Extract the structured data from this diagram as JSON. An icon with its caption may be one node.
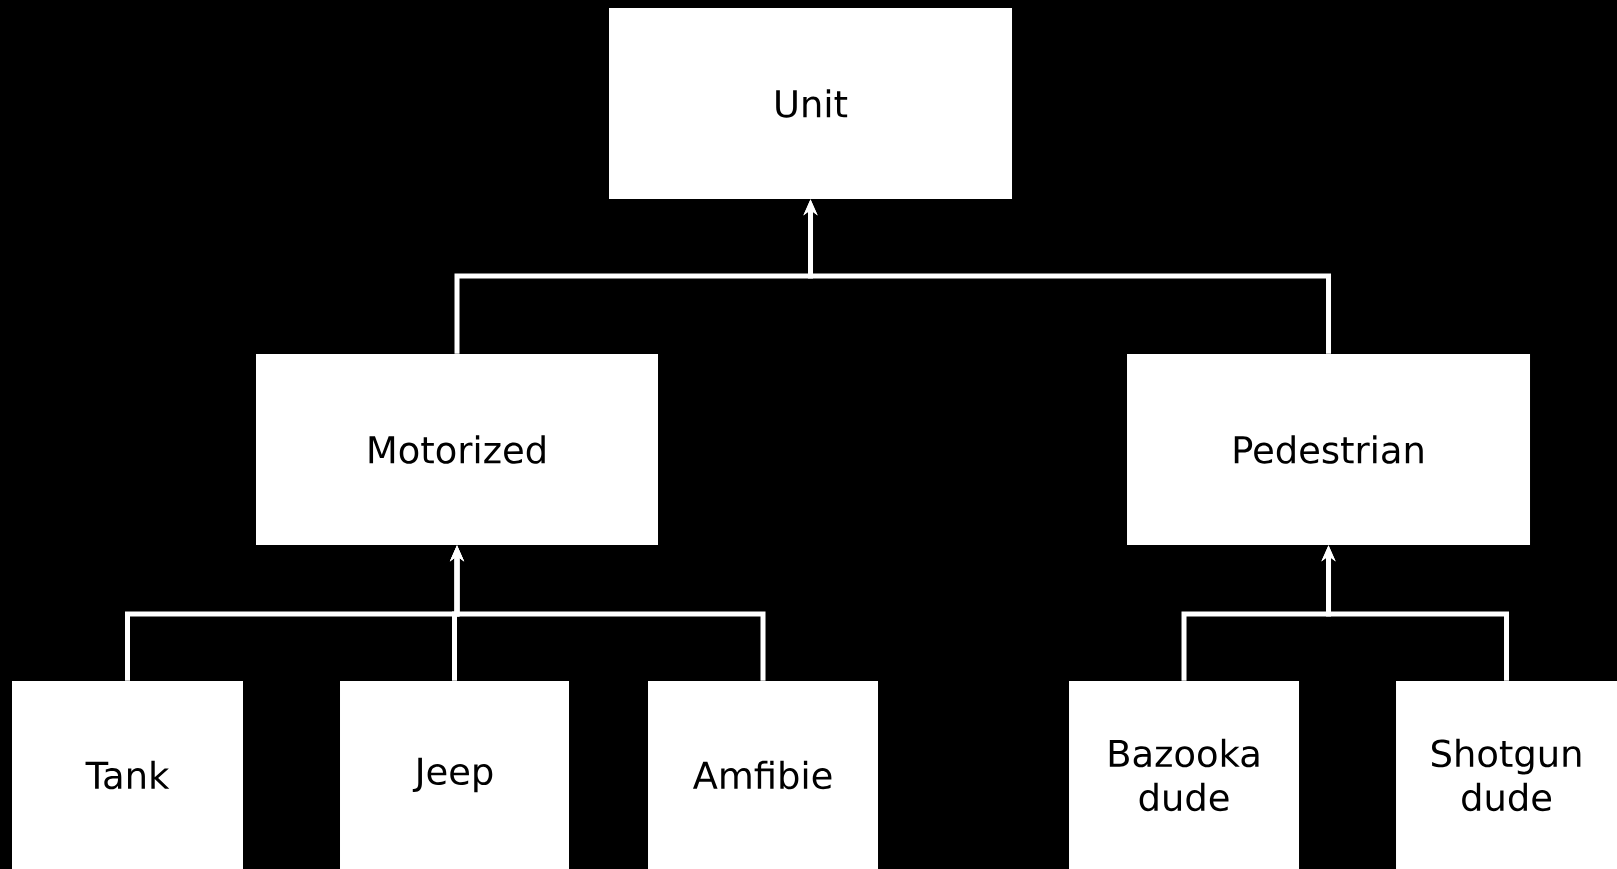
{
  "diagram": {
    "nodes": [
      {
        "text": [
          "Unit"
        ]
      },
      {
        "text": [
          "Motorized"
        ]
      },
      {
        "text": [
          "Pedestrian"
        ]
      },
      {
        "text": [
          "Tank"
        ]
      },
      {
        "text": [
          "Jeep"
        ]
      },
      {
        "text": [
          "Amfibie"
        ]
      },
      {
        "text": [
          "Bazooka dude"
        ]
      },
      {
        "text": [
          "Shotgun dude"
        ]
      }
    ],
    "edges": [
      {
        "from": 1,
        "to": 0,
        "arrow": "to"
      },
      {
        "from": 2,
        "to": 0,
        "arrow": "to"
      },
      {
        "from": 3,
        "to": 1,
        "arrow": "to"
      },
      {
        "from": 4,
        "to": 1,
        "arrow": "to"
      },
      {
        "from": 5,
        "to": 1,
        "arrow": "to"
      },
      {
        "from": 6,
        "to": 2,
        "arrow": "to"
      },
      {
        "from": 7,
        "to": 2,
        "arrow": "to"
      }
    ]
  }
}
